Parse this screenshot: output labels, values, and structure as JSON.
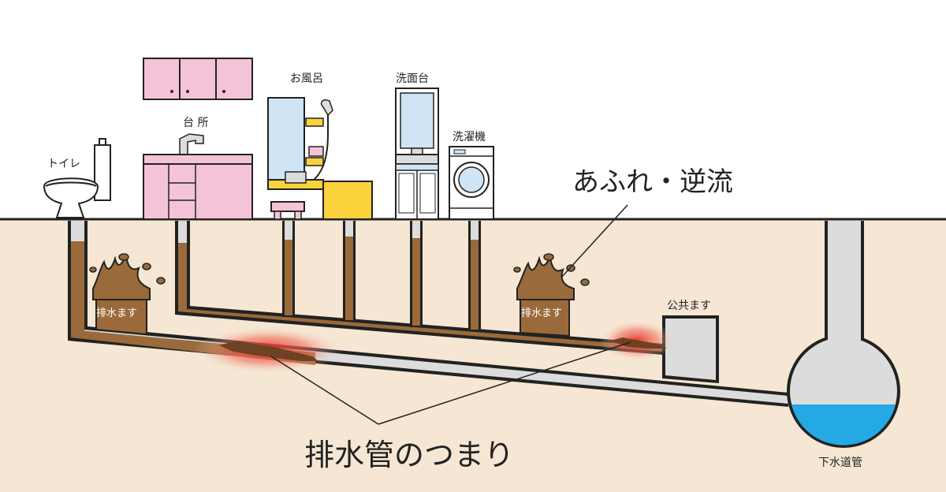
{
  "labels": {
    "toilet": "トイレ",
    "kitchen": "台 所",
    "bath": "お風呂",
    "washbasin": "洗面台",
    "washer": "洗濯機",
    "overflow": "あふれ・逆流",
    "drain_box_left": "排水ます",
    "drain_box_right": "排水ます",
    "public_box": "公共ます",
    "sewer": "下水道管",
    "clog": "排水管のつまり"
  },
  "colors": {
    "ground": "#f5e7d3",
    "pipe_empty": "#dcdcdc",
    "sewage": "#9a6a3a",
    "sludge": "#6e4222",
    "clog_glow": "#e8302a",
    "cabinet_pink": "#f4c3d7",
    "mirror_blue": "#cfe4f4",
    "water_blue": "#25a9e4",
    "yellow": "#f9d23c"
  }
}
